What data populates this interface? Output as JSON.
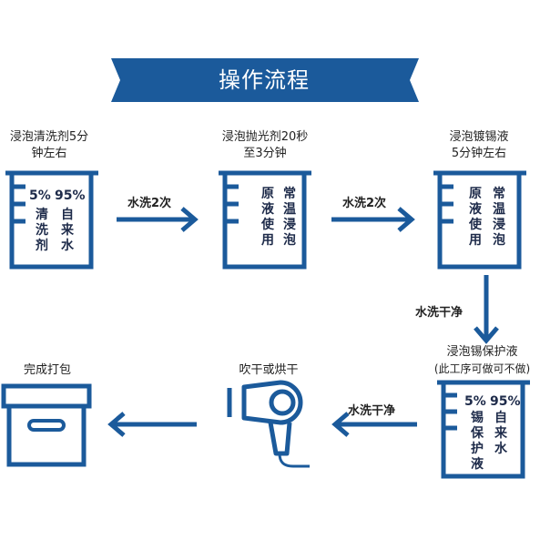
{
  "title": "操作流程",
  "steps": [
    {
      "label_line1": "浸泡清洗剂5分",
      "label_line2": "钟左右",
      "percent_left": "5%",
      "percent_right": "95%",
      "left_col": "清洗剂",
      "right_col": "自来水"
    },
    {
      "label_line1": "浸泡抛光剂20秒",
      "label_line2": "至3分钟",
      "left_col": "原液使用",
      "right_col": "常温浸泡"
    },
    {
      "label_line1": "浸泡镀锡液",
      "label_line2": "5分钟左右",
      "left_col": "原液使用",
      "right_col": "常温浸泡"
    },
    {
      "label_line1": "浸泡锡保护液",
      "label_line2": "(此工序可做可不做)",
      "percent_left": "5%",
      "percent_right": "95%",
      "left_col": "锡保护液",
      "right_col": "自来水"
    },
    {
      "label_line1": "吹干或烘干"
    },
    {
      "label_line1": "完成打包"
    }
  ],
  "flows": [
    {
      "label": "水洗2次"
    },
    {
      "label": "水洗2次"
    },
    {
      "label": "水洗干净"
    },
    {
      "label": "水洗干净"
    },
    {
      "label": ""
    }
  ],
  "colors": {
    "primary": "#1b5a9b",
    "text": "#222222"
  },
  "icons": [
    "beaker-icon",
    "hair-dryer-icon",
    "box-icon",
    "arrow-right-icon",
    "arrow-down-icon",
    "arrow-left-icon"
  ]
}
